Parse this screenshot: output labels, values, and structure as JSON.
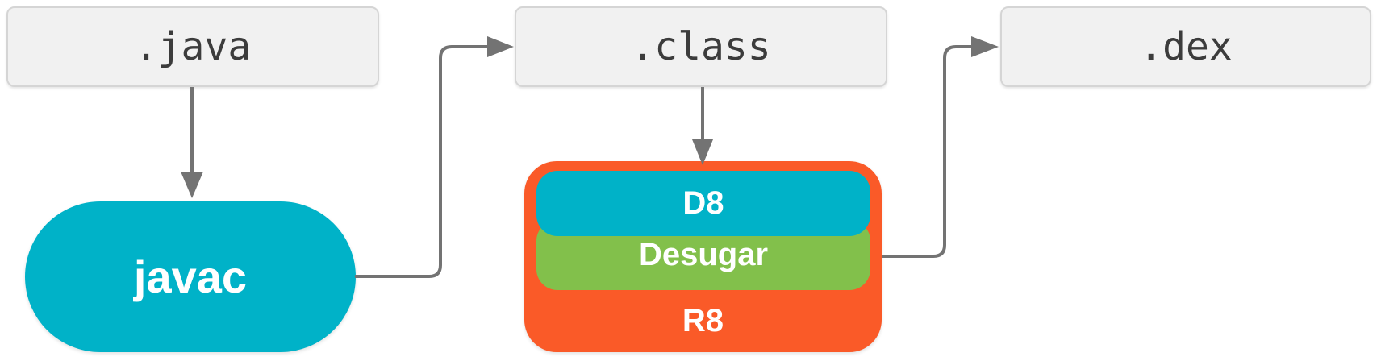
{
  "colors": {
    "cyan": "#00b2c8",
    "green": "#82c04b",
    "orange": "#fa5a28",
    "arrow": "#737373",
    "box_bg": "#f1f1f1",
    "box_border": "#d5d5d5",
    "box_text": "#3c3c3c",
    "white": "#ffffff"
  },
  "nodes": {
    "java_file": {
      "label": ".java"
    },
    "class_file": {
      "label": ".class"
    },
    "dex_file": {
      "label": ".dex"
    },
    "javac": {
      "label": "javac"
    },
    "d8": {
      "label": "D8"
    },
    "desugar": {
      "label": "Desugar"
    },
    "r8": {
      "label": "R8"
    }
  },
  "edges": [
    {
      "from": "java_file",
      "to": "javac"
    },
    {
      "from": "javac",
      "to": "class_file"
    },
    {
      "from": "class_file",
      "to": "d8"
    },
    {
      "from": "r8",
      "to": "dex_file"
    }
  ]
}
